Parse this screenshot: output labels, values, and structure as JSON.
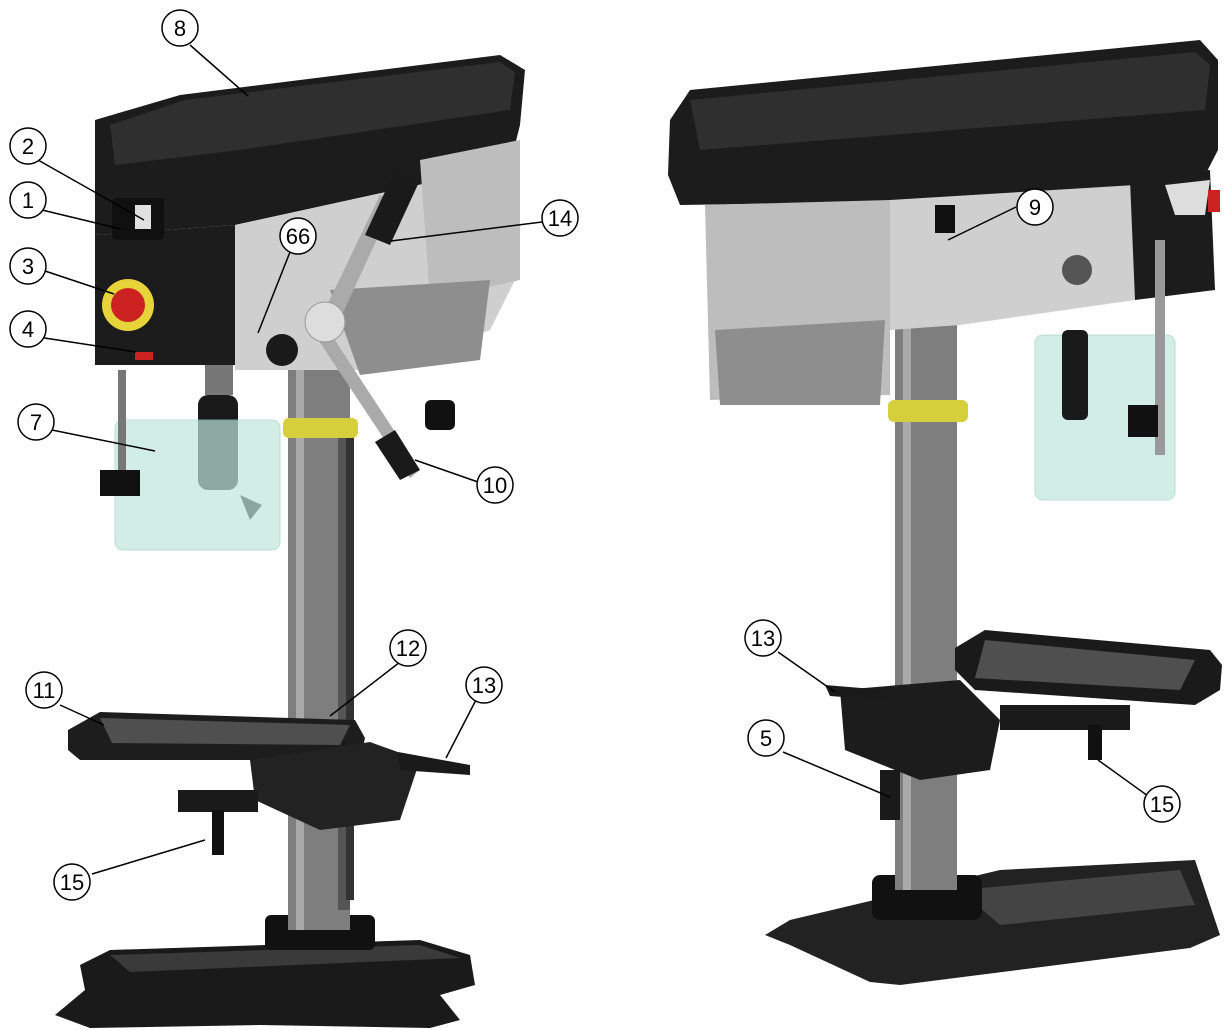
{
  "colors": {
    "housing": "#1c1c1c",
    "housing_top": "#2e2e2e",
    "motor": "#c8c8c8",
    "column": "#8a8a8a",
    "collar": "#d4cf3a",
    "guard": "#bfe6dc",
    "table_top": "#555555",
    "estop": "#cc2222",
    "estop_ring": "#e6d43a"
  },
  "left_view": {
    "callouts": [
      {
        "id": "1",
        "label": "1"
      },
      {
        "id": "2",
        "label": "2"
      },
      {
        "id": "3",
        "label": "3"
      },
      {
        "id": "4",
        "label": "4"
      },
      {
        "id": "7",
        "label": "7"
      },
      {
        "id": "8",
        "label": "8"
      },
      {
        "id": "66",
        "label": "66"
      },
      {
        "id": "14",
        "label": "14"
      },
      {
        "id": "10",
        "label": "10"
      },
      {
        "id": "11",
        "label": "11"
      },
      {
        "id": "12",
        "label": "12"
      },
      {
        "id": "13",
        "label": "13"
      },
      {
        "id": "15",
        "label": "15"
      }
    ]
  },
  "right_view": {
    "callouts": [
      {
        "id": "9",
        "label": "9"
      },
      {
        "id": "13",
        "label": "13"
      },
      {
        "id": "5",
        "label": "5"
      },
      {
        "id": "15",
        "label": "15"
      }
    ]
  }
}
